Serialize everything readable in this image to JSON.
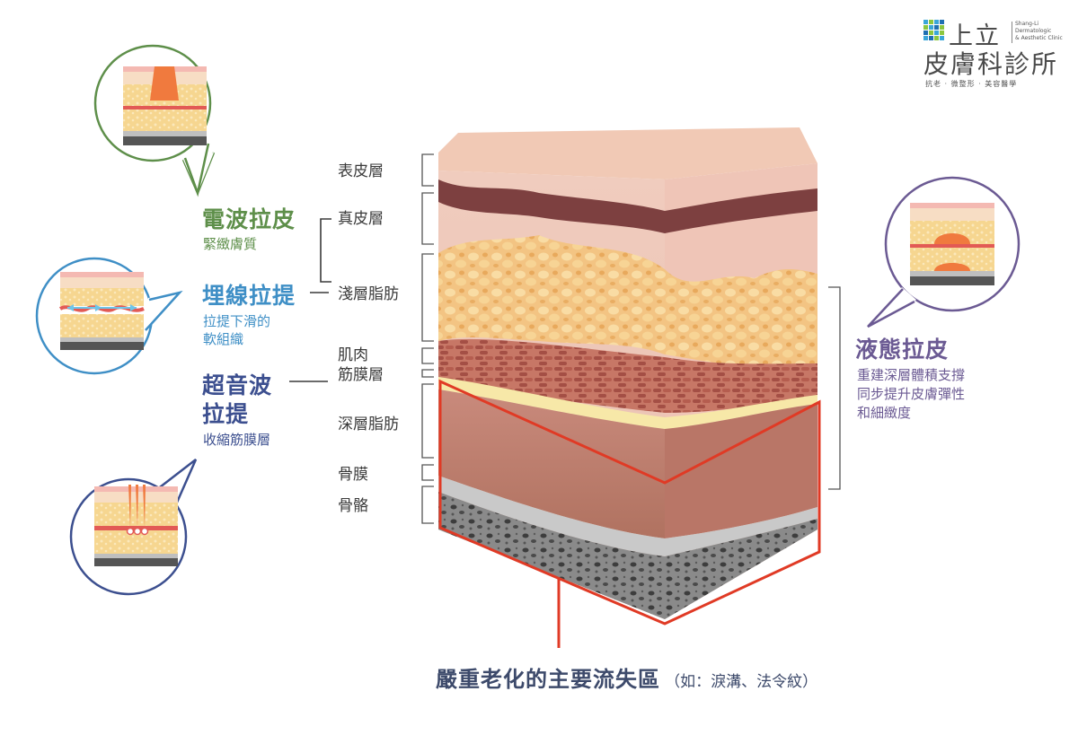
{
  "logo": {
    "name_line1": "上立",
    "name_line2": "皮膚科診所",
    "english": [
      "Shang-Li",
      "Dermatologic",
      "& Aesthetic Clinic"
    ],
    "tagline": "抗老 · 微整形 · 美容醫學"
  },
  "layers": [
    {
      "key": "epidermis",
      "label": "表皮層"
    },
    {
      "key": "dermis",
      "label": "真皮層"
    },
    {
      "key": "superficial_fat",
      "label": "淺層脂肪"
    },
    {
      "key": "muscle_fascia",
      "label": "肌肉\n筋膜層"
    },
    {
      "key": "deep_fat",
      "label": "深層脂肪"
    },
    {
      "key": "periosteum",
      "label": "骨膜"
    },
    {
      "key": "bone",
      "label": "骨骼"
    }
  ],
  "treatments": {
    "rf": {
      "title": "電波拉皮",
      "desc": "緊緻膚質",
      "color": "#5e8f4a"
    },
    "thread": {
      "title": "埋線拉提",
      "desc": "拉提下滑的\n軟組織",
      "color": "#3f8fc6"
    },
    "hifu": {
      "title": "超音波\n拉提",
      "desc": "收縮筋膜層",
      "color": "#3c4f8f"
    },
    "filler": {
      "title": "液態拉皮",
      "desc": "重建深層體積支撐\n同步提升皮膚彈性\n和細緻度",
      "color": "#6b5a93"
    }
  },
  "loss_zone": {
    "main": "嚴重老化的主要流失區",
    "note": "（如：淚溝、法令紋）",
    "color": "#e03a25"
  }
}
